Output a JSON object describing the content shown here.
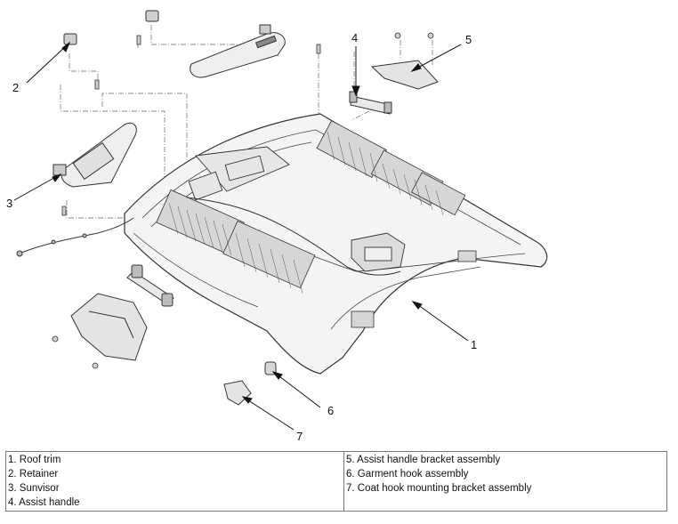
{
  "callouts": [
    "1",
    "2",
    "3",
    "4",
    "5",
    "6",
    "7"
  ],
  "legend": {
    "left": [
      "1. Roof trim",
      "2. Retainer",
      "3. Sunvisor",
      "4. Assist handle"
    ],
    "right": [
      "5. Assist handle bracket assembly",
      "6. Garment hook assembly",
      "7. Coat hook mounting bracket assembly"
    ]
  }
}
